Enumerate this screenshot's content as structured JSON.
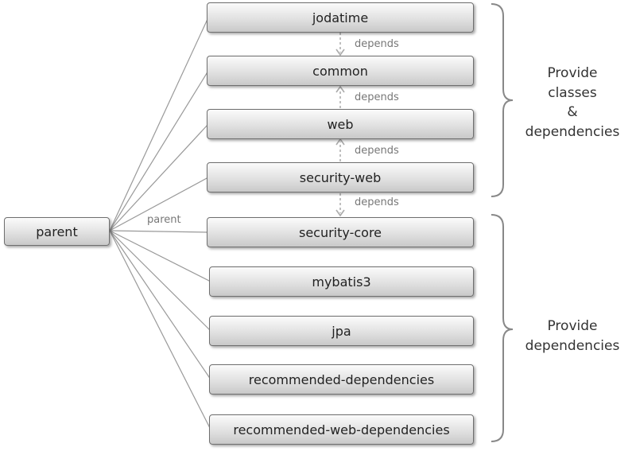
{
  "parent": {
    "label": "parent"
  },
  "modules": [
    {
      "label": "jodatime"
    },
    {
      "label": "common"
    },
    {
      "label": "web"
    },
    {
      "label": "security-web"
    },
    {
      "label": "security-core"
    },
    {
      "label": "mybatis3"
    },
    {
      "label": "jpa"
    },
    {
      "label": "recommended-dependencies"
    },
    {
      "label": "recommended-web-dependencies"
    }
  ],
  "edge_labels": {
    "parent": "parent",
    "depends": [
      "depends",
      "depends",
      "depends",
      "depends"
    ]
  },
  "groups": {
    "top": {
      "lines": [
        "Provide",
        "classes",
        "&",
        "dependencies"
      ]
    },
    "bottom": {
      "lines": [
        "Provide",
        "dependencies"
      ]
    }
  },
  "colors": {
    "connector": "#999999",
    "arrow": "#aaaaaa",
    "bracket": "#888888"
  }
}
